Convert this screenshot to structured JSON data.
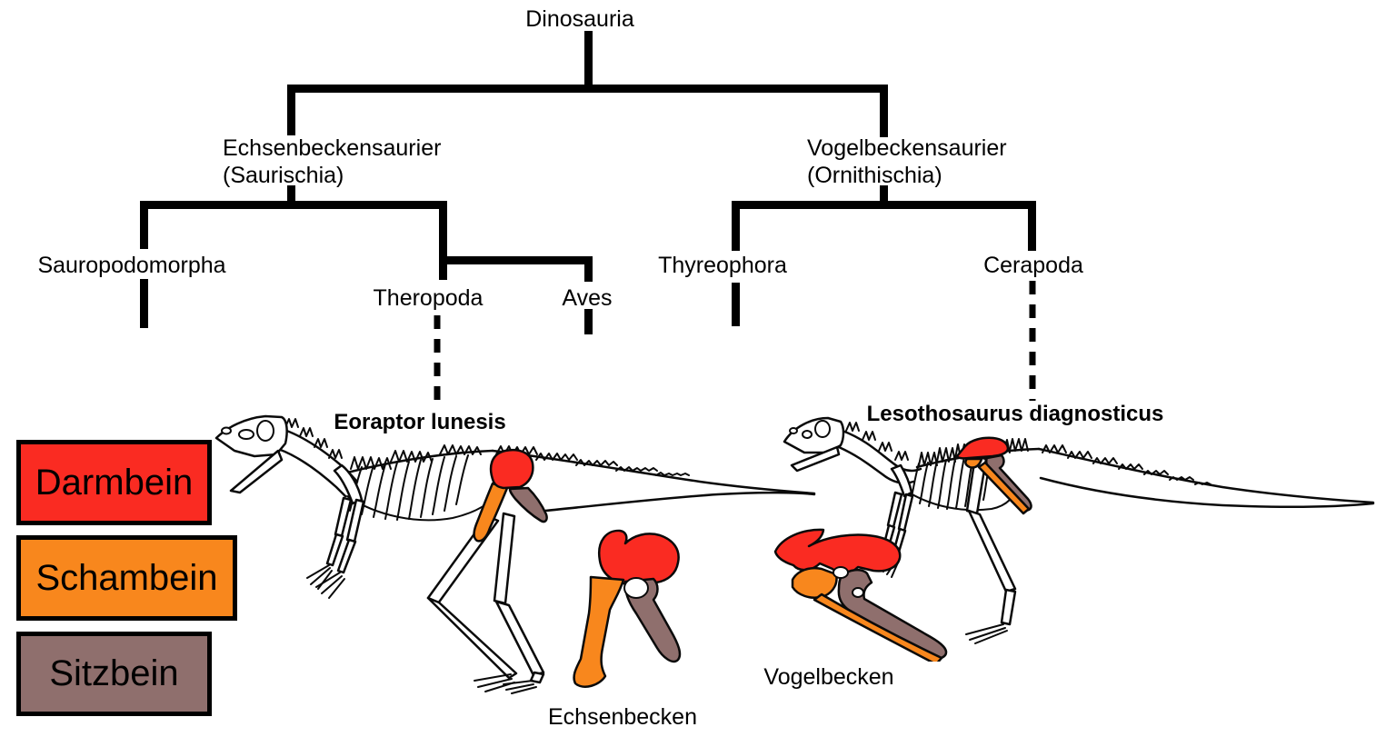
{
  "tree": {
    "root": "Dinosauria",
    "saurischia_line1": "Echsenbeckensaurier",
    "saurischia_line2": "(Saurischia)",
    "ornithischia_line1": "Vogelbeckensaurier",
    "ornithischia_line2": "(Ornithischia)",
    "sauropodomorpha": "Sauropodomorpha",
    "theropoda": "Theropoda",
    "aves": "Aves",
    "thyreophora": "Thyreophora",
    "cerapoda": "Cerapoda"
  },
  "specimens": {
    "eoraptor": {
      "name": "Eoraptor lunesis",
      "pelvis_type": "Echsenbecken"
    },
    "lesothosaurus": {
      "name": "Lesothosaurus diagnosticus",
      "pelvis_type": "Vogelbecken"
    }
  },
  "legend": {
    "items": [
      {
        "label": "Darmbein",
        "color": "#fa2b22"
      },
      {
        "label": "Schambein",
        "color": "#f8871d"
      },
      {
        "label": "Sitzbein",
        "color": "#8f6f6d"
      }
    ]
  },
  "colors": {
    "ilium": "#fa2b22",
    "pubis": "#f8871d",
    "ischium": "#8f6f6d",
    "outline": "#000000",
    "background": "#ffffff"
  }
}
